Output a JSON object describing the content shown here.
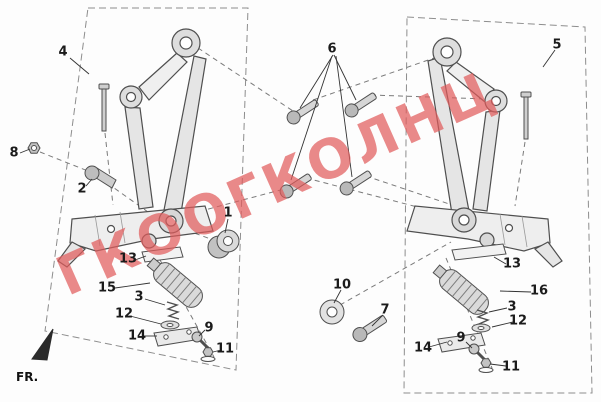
{
  "watermark": {
    "text": "ГКООГКОЛНЦ",
    "color": "#e05c5c"
  },
  "fr": {
    "label": "FR."
  },
  "parts": {
    "1": "1",
    "2": "2",
    "3": "3",
    "4": "4",
    "5": "5",
    "6": "6",
    "7": "7",
    "8": "8",
    "9": "9",
    "10": "10",
    "11": "11",
    "12": "12",
    "13": "13",
    "14": "14",
    "15": "15",
    "16": "16"
  }
}
